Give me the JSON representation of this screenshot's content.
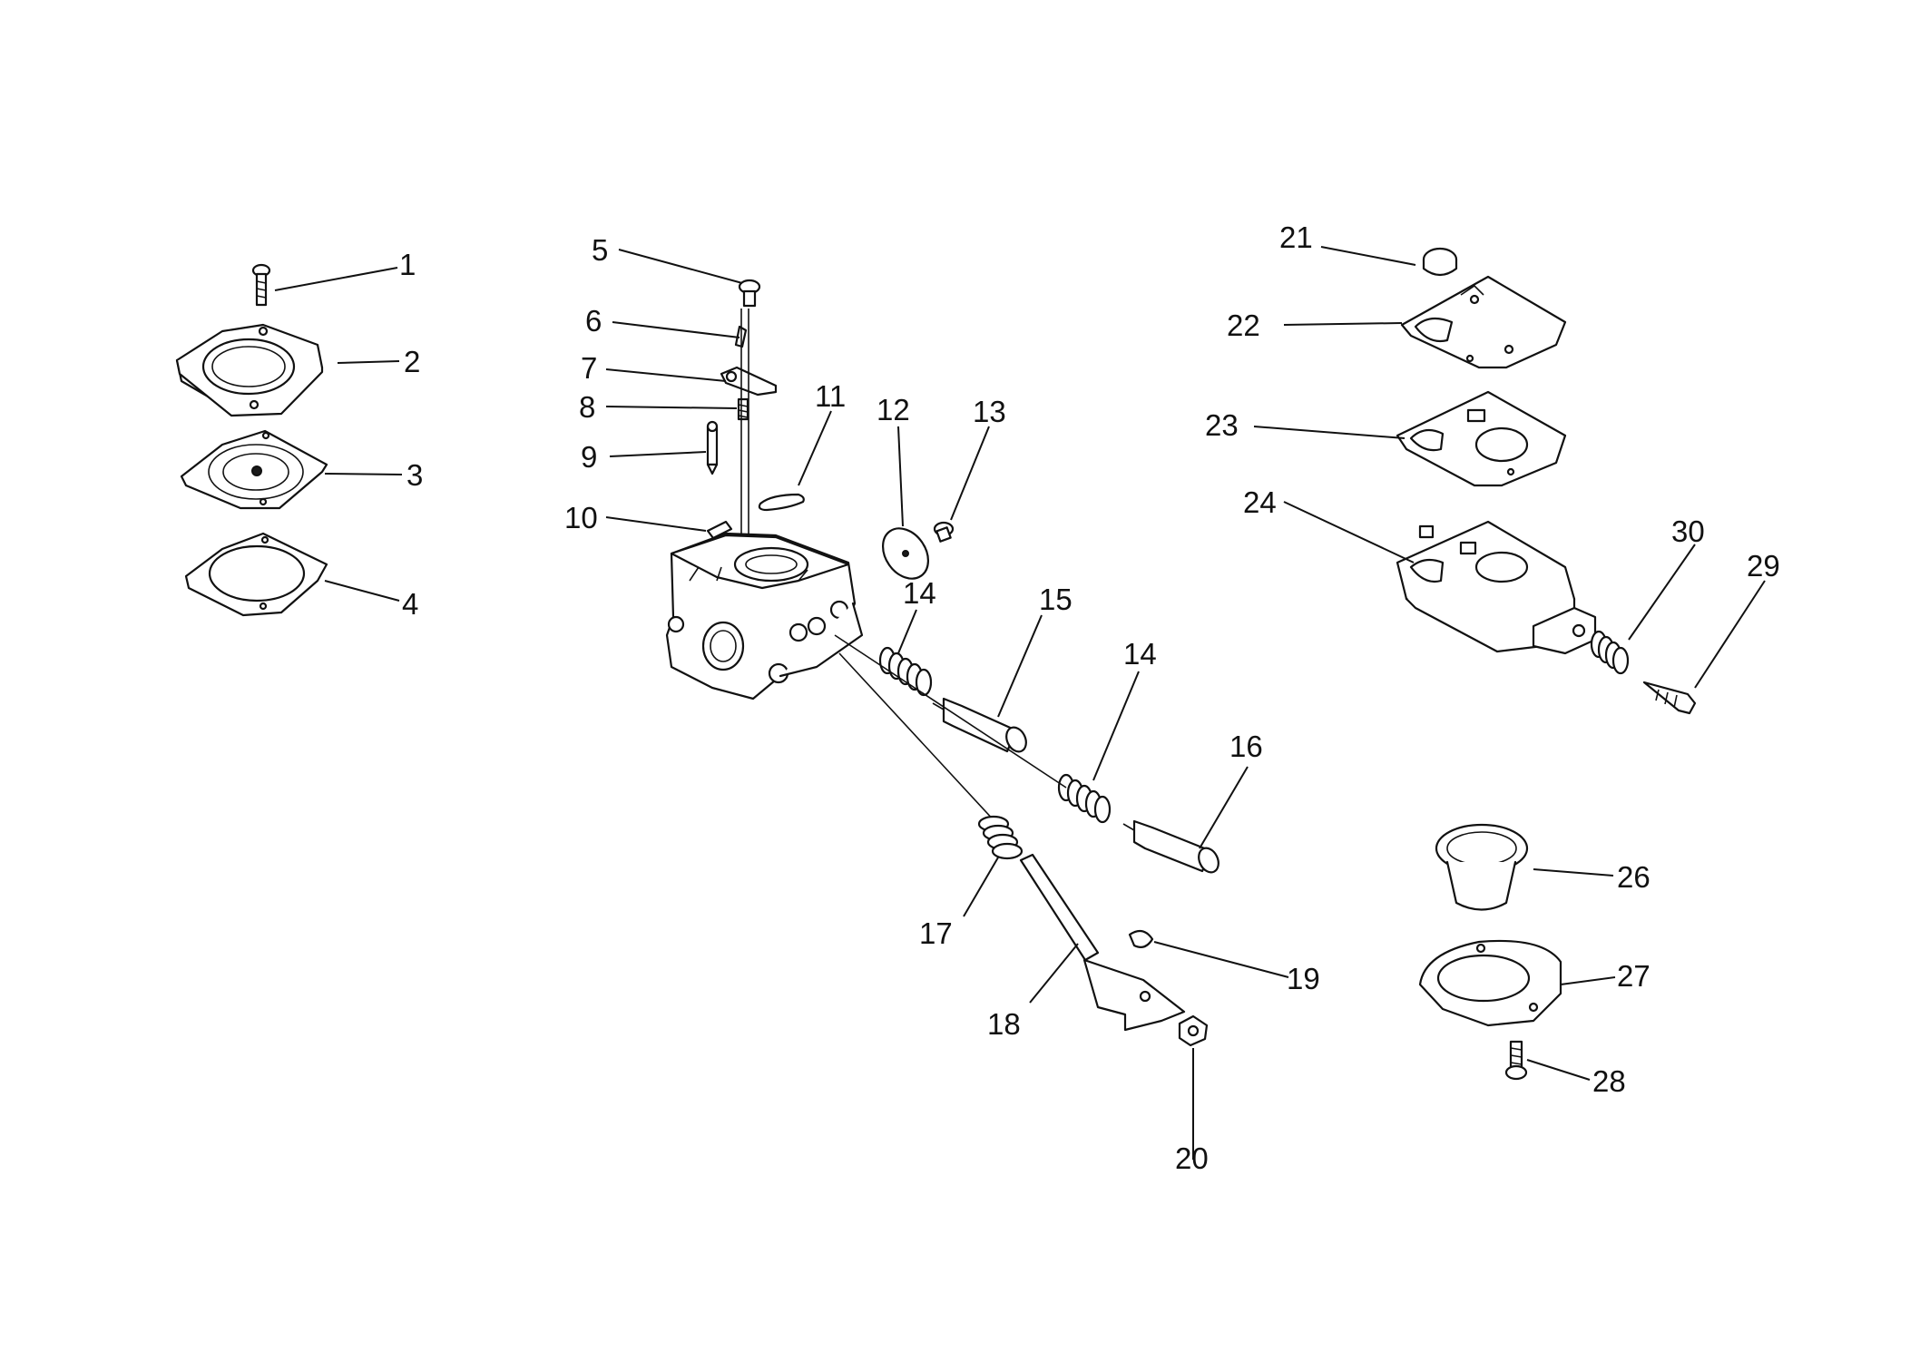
{
  "diagram": {
    "callouts": [
      {
        "id": "c1",
        "label": "1"
      },
      {
        "id": "c2",
        "label": "2"
      },
      {
        "id": "c3",
        "label": "3"
      },
      {
        "id": "c4",
        "label": "4"
      },
      {
        "id": "c5",
        "label": "5"
      },
      {
        "id": "c6",
        "label": "6"
      },
      {
        "id": "c7",
        "label": "7"
      },
      {
        "id": "c8",
        "label": "8"
      },
      {
        "id": "c9",
        "label": "9"
      },
      {
        "id": "c10",
        "label": "10"
      },
      {
        "id": "c11",
        "label": "11"
      },
      {
        "id": "c12",
        "label": "12"
      },
      {
        "id": "c13",
        "label": "13"
      },
      {
        "id": "c14a",
        "label": "14"
      },
      {
        "id": "c14b",
        "label": "14"
      },
      {
        "id": "c15",
        "label": "15"
      },
      {
        "id": "c16",
        "label": "16"
      },
      {
        "id": "c17",
        "label": "17"
      },
      {
        "id": "c18",
        "label": "18"
      },
      {
        "id": "c19",
        "label": "19"
      },
      {
        "id": "c20",
        "label": "20"
      },
      {
        "id": "c21",
        "label": "21"
      },
      {
        "id": "c22",
        "label": "22"
      },
      {
        "id": "c23",
        "label": "23"
      },
      {
        "id": "c24",
        "label": "24"
      },
      {
        "id": "c26",
        "label": "26"
      },
      {
        "id": "c27",
        "label": "27"
      },
      {
        "id": "c28",
        "label": "28"
      },
      {
        "id": "c29",
        "label": "29"
      },
      {
        "id": "c30",
        "label": "30"
      }
    ]
  }
}
